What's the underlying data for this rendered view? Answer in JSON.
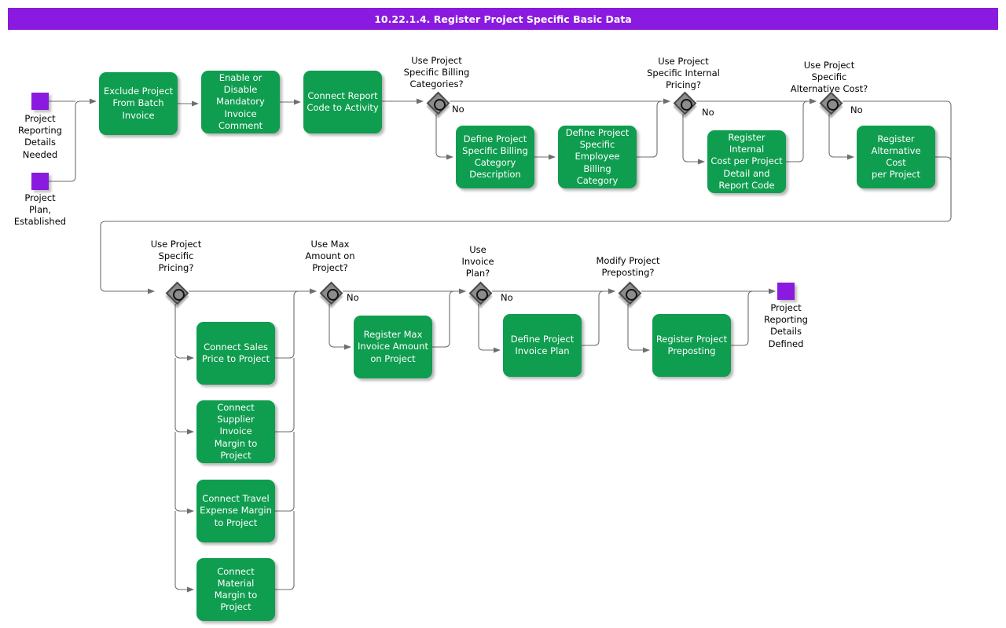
{
  "header": {
    "title": "10.22.1.4. Register Project Specific Basic Data",
    "bar_color": "#8a1ae0"
  },
  "theme": {
    "task_fill": "#0f9d4f",
    "task_text": "#ffffff",
    "event_fill": "#8a1ae0",
    "gateway_fill": "#8c8c8c",
    "gateway_border": "#4a4a4a",
    "connector": "#6e6e6e",
    "page_background": "#ffffff"
  },
  "events": {
    "start_reporting": "Project\nReporting\nDetails\nNeeded",
    "start_plan": "Project\nPlan,\nEstablished",
    "end_defined": "Project\nReporting\nDetails\nDefined"
  },
  "tasks": {
    "exclude_batch": "Exclude Project\nFrom Batch\nInvoice",
    "mandatory_comment": "Enable or\nDisable\nMandatory\nInvoice\nComment",
    "report_code": "Connect Report\nCode to Activity",
    "billing_category_desc": "Define Project\nSpecific Billing\nCategory\nDescription",
    "employee_billing_category": "Define Project\nSpecific\nEmployee Billing\nCategory",
    "internal_cost": "Register Internal\nCost per Project\nDetail and\nReport Code",
    "alternative_cost": "Register\nAlternative Cost\nper Project",
    "sales_price": "Connect Sales\nPrice to Project",
    "supplier_margin": "Connect\nSupplier Invoice\nMargin to\nProject",
    "travel_margin": "Connect Travel\nExpense Margin\nto Project",
    "material_margin": "Connect Material\nMargin to\nProject",
    "max_invoice": "Register Max\nInvoice Amount\non Project",
    "invoice_plan": "Define Project\nInvoice Plan",
    "preposting": "Register Project\nPreposting"
  },
  "gateways": {
    "billing_categories": "Use Project\nSpecific Billing\nCategories?",
    "internal_pricing": "Use Project\nSpecific Internal\nPricing?",
    "alternative_cost": "Use Project\nSpecific\nAlternative Cost?",
    "specific_pricing": "Use Project\nSpecific\nPricing?",
    "max_amount": "Use Max\nAmount on\nProject?",
    "invoice_plan": "Use\nInvoice\nPlan?",
    "modify_preposting": "Modify Project\nPreposting?"
  },
  "edge_labels": {
    "no_billing_categories": "No",
    "no_internal_pricing": "No",
    "no_alternative_cost": "No",
    "no_max_amount": "No",
    "no_invoice_plan": "No"
  }
}
